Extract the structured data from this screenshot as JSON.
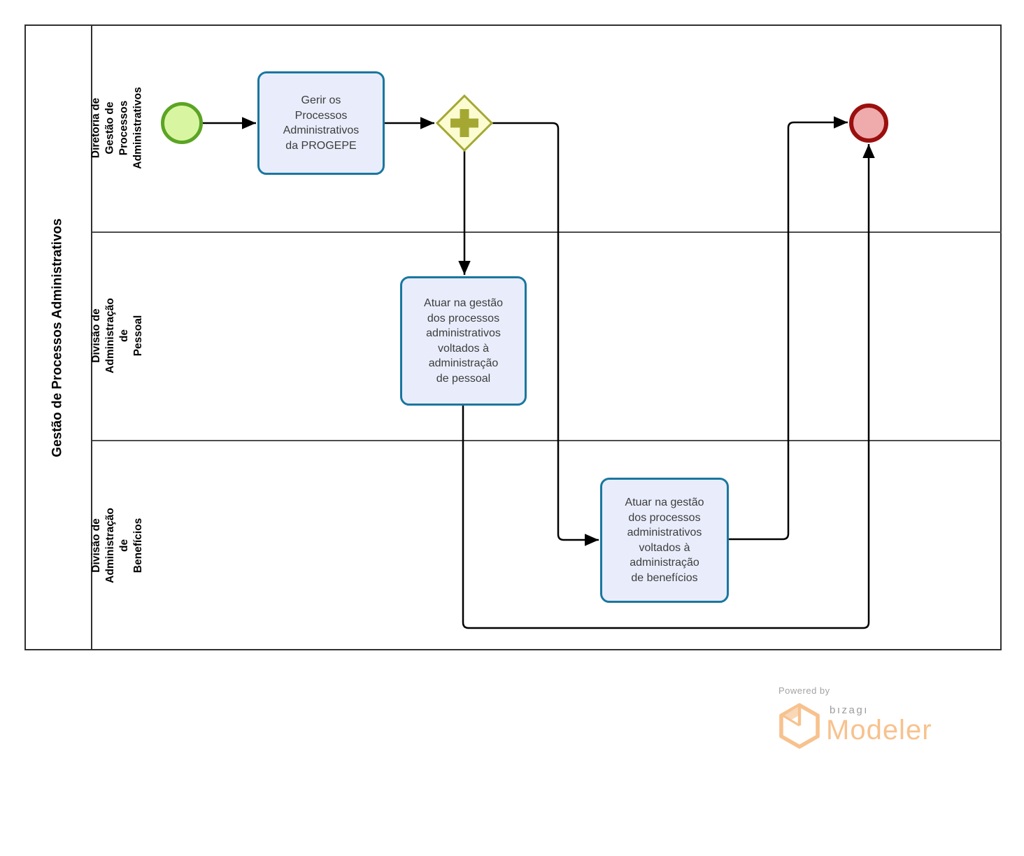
{
  "diagram": {
    "pool": {
      "title": "Gestão de Processos Administrativos",
      "lanes": [
        {
          "label": "Diretoria de Gestão de\nProcessos Administrativos"
        },
        {
          "label": "Divisão de Administração de\nPessoal"
        },
        {
          "label": "Divisão de Administração de\nBenefícios"
        }
      ]
    },
    "nodes": {
      "start": {
        "type": "start-event",
        "lane": 0,
        "label": ""
      },
      "task_gerir": {
        "type": "task",
        "lane": 0,
        "label": "Gerir os\nProcessos\nAdministrativos\nda PROGEPE"
      },
      "gateway": {
        "type": "parallel-gateway",
        "lane": 0,
        "label": ""
      },
      "task_pessoal": {
        "type": "task",
        "lane": 1,
        "label": "Atuar na gestão\ndos processos\nadministrativos\nvoltados à\nadministração\nde pessoal"
      },
      "task_beneficios": {
        "type": "task",
        "lane": 2,
        "label": "Atuar na gestão\ndos processos\nadministrativos\nvoltados à\nadministração\nde benefícios"
      },
      "end": {
        "type": "end-event",
        "lane": 0,
        "label": ""
      }
    },
    "flows": [
      {
        "from": "start",
        "to": "task_gerir"
      },
      {
        "from": "task_gerir",
        "to": "gateway"
      },
      {
        "from": "gateway",
        "to": "task_pessoal"
      },
      {
        "from": "gateway",
        "to": "task_beneficios"
      },
      {
        "from": "task_pessoal",
        "to": "end"
      },
      {
        "from": "task_beneficios",
        "to": "end"
      }
    ]
  },
  "branding": {
    "powered_by": "Powered by",
    "brand": "bızagı",
    "product": "Modeler"
  },
  "colors": {
    "task_fill": "#e9edfb",
    "task_border": "#19779f",
    "start_fill": "#d8f6a1",
    "start_border": "#5ba424",
    "gateway_fill": "#fcfcd2",
    "gateway_border": "#a4a832",
    "end_fill": "#efabab",
    "end_border": "#9b0f0f",
    "brand_orange": "#f7c28e",
    "brand_gray": "#9c9c9c"
  }
}
